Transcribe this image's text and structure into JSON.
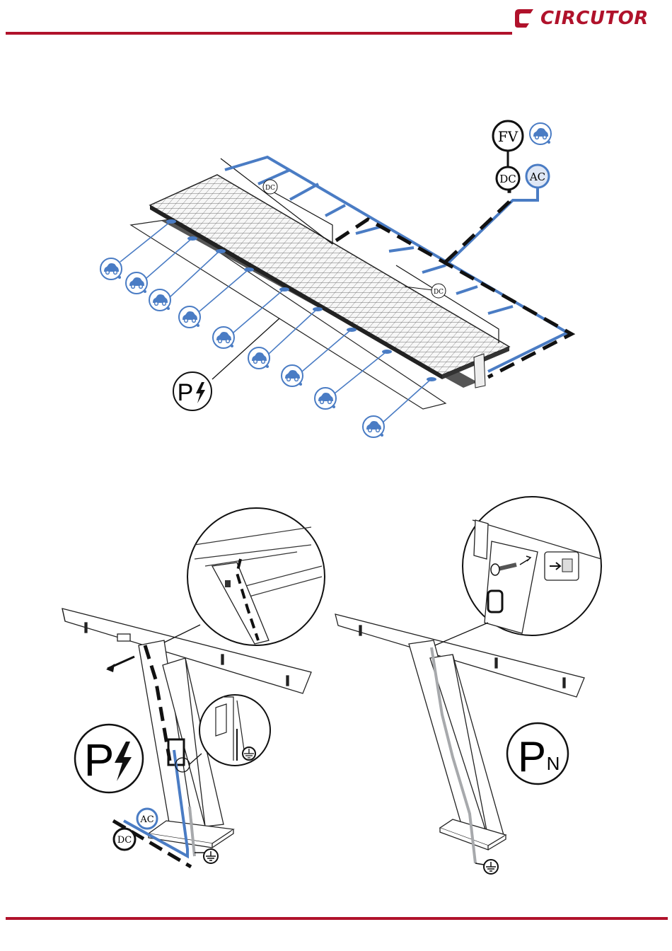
{
  "brand": {
    "name": "CIRCUTOR",
    "color": "#b0122b"
  },
  "colors": {
    "ac_line": "#4a7cc4",
    "dc_line": "#111111",
    "neutral_cable": "#a7a9ac"
  },
  "top_diagram": {
    "labels": {
      "fv": "FV",
      "dc_top": "DC",
      "ac_top": "AC",
      "dc_on_panel_1": "DC",
      "dc_on_panel_2": "DC"
    },
    "icons": [
      "car-charging-icon",
      "parking-charge-icon"
    ]
  },
  "bottom_left": {
    "parking_label": "P",
    "labels": {
      "ac": "AC",
      "dc": "DC"
    }
  },
  "bottom_right": {
    "parking_label": "P",
    "subscript": "N"
  }
}
